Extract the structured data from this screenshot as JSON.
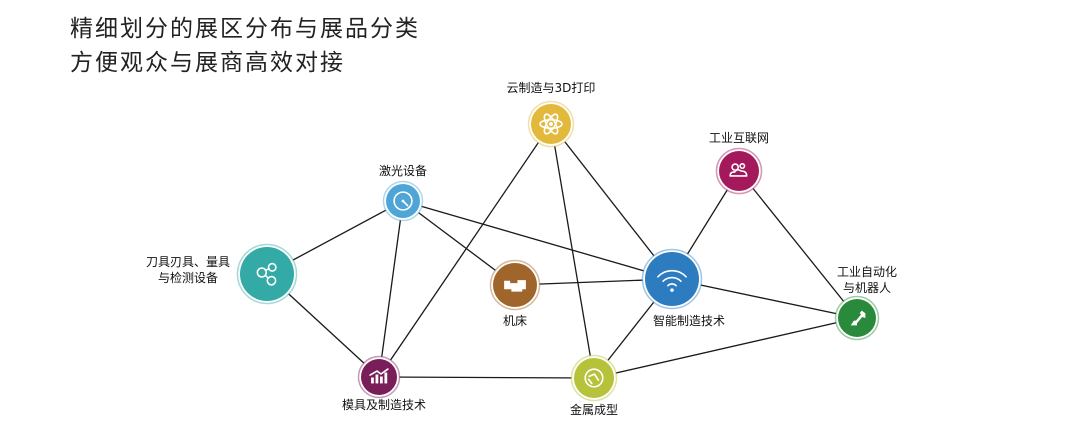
{
  "headline": {
    "line1": "精细划分的展区分布与展品分类",
    "line2": "方便观众与展商高效对接"
  },
  "nodes": [
    {
      "id": "cloud3d",
      "label_lines": [
        "云制造与3D打印"
      ],
      "color": "#e2b93b",
      "icon": "atom-icon"
    },
    {
      "id": "iot",
      "label_lines": [
        "工业互联网"
      ],
      "color": "#a3195b",
      "icon": "gears-cloud-icon"
    },
    {
      "id": "laser",
      "label_lines": [
        "激光设备"
      ],
      "color": "#4ea5d6",
      "icon": "gauge-icon"
    },
    {
      "id": "tools",
      "label_lines": [
        "刀具刃具、量具",
        "与检测设备"
      ],
      "color": "#33aaa6",
      "icon": "molecule-icon"
    },
    {
      "id": "machine",
      "label_lines": [
        "机床"
      ],
      "color": "#a0652a",
      "icon": "lathe-icon"
    },
    {
      "id": "smart",
      "label_lines": [
        "智能制造技术"
      ],
      "color": "#2d7cc0",
      "icon": "wifi-icon"
    },
    {
      "id": "auto",
      "label_lines": [
        "工业自动化",
        "与机器人"
      ],
      "color": "#2a8a3b",
      "icon": "robot-arm-icon"
    },
    {
      "id": "mold",
      "label_lines": [
        "模具及制造技术"
      ],
      "color": "#7a1e5a",
      "icon": "bar-chart-icon"
    },
    {
      "id": "metal",
      "label_lines": [
        "金属成型"
      ],
      "color": "#b5c23a",
      "icon": "cycle-arrows-icon"
    }
  ],
  "edges": [
    [
      "laser",
      "tools"
    ],
    [
      "laser",
      "machine"
    ],
    [
      "laser",
      "mold"
    ],
    [
      "laser",
      "smart"
    ],
    [
      "tools",
      "mold"
    ],
    [
      "mold",
      "cloud3d"
    ],
    [
      "mold",
      "metal"
    ],
    [
      "cloud3d",
      "smart"
    ],
    [
      "cloud3d",
      "metal"
    ],
    [
      "iot",
      "smart"
    ],
    [
      "iot",
      "auto"
    ],
    [
      "smart",
      "auto"
    ],
    [
      "smart",
      "metal"
    ],
    [
      "machine",
      "smart"
    ],
    [
      "metal",
      "auto"
    ]
  ]
}
